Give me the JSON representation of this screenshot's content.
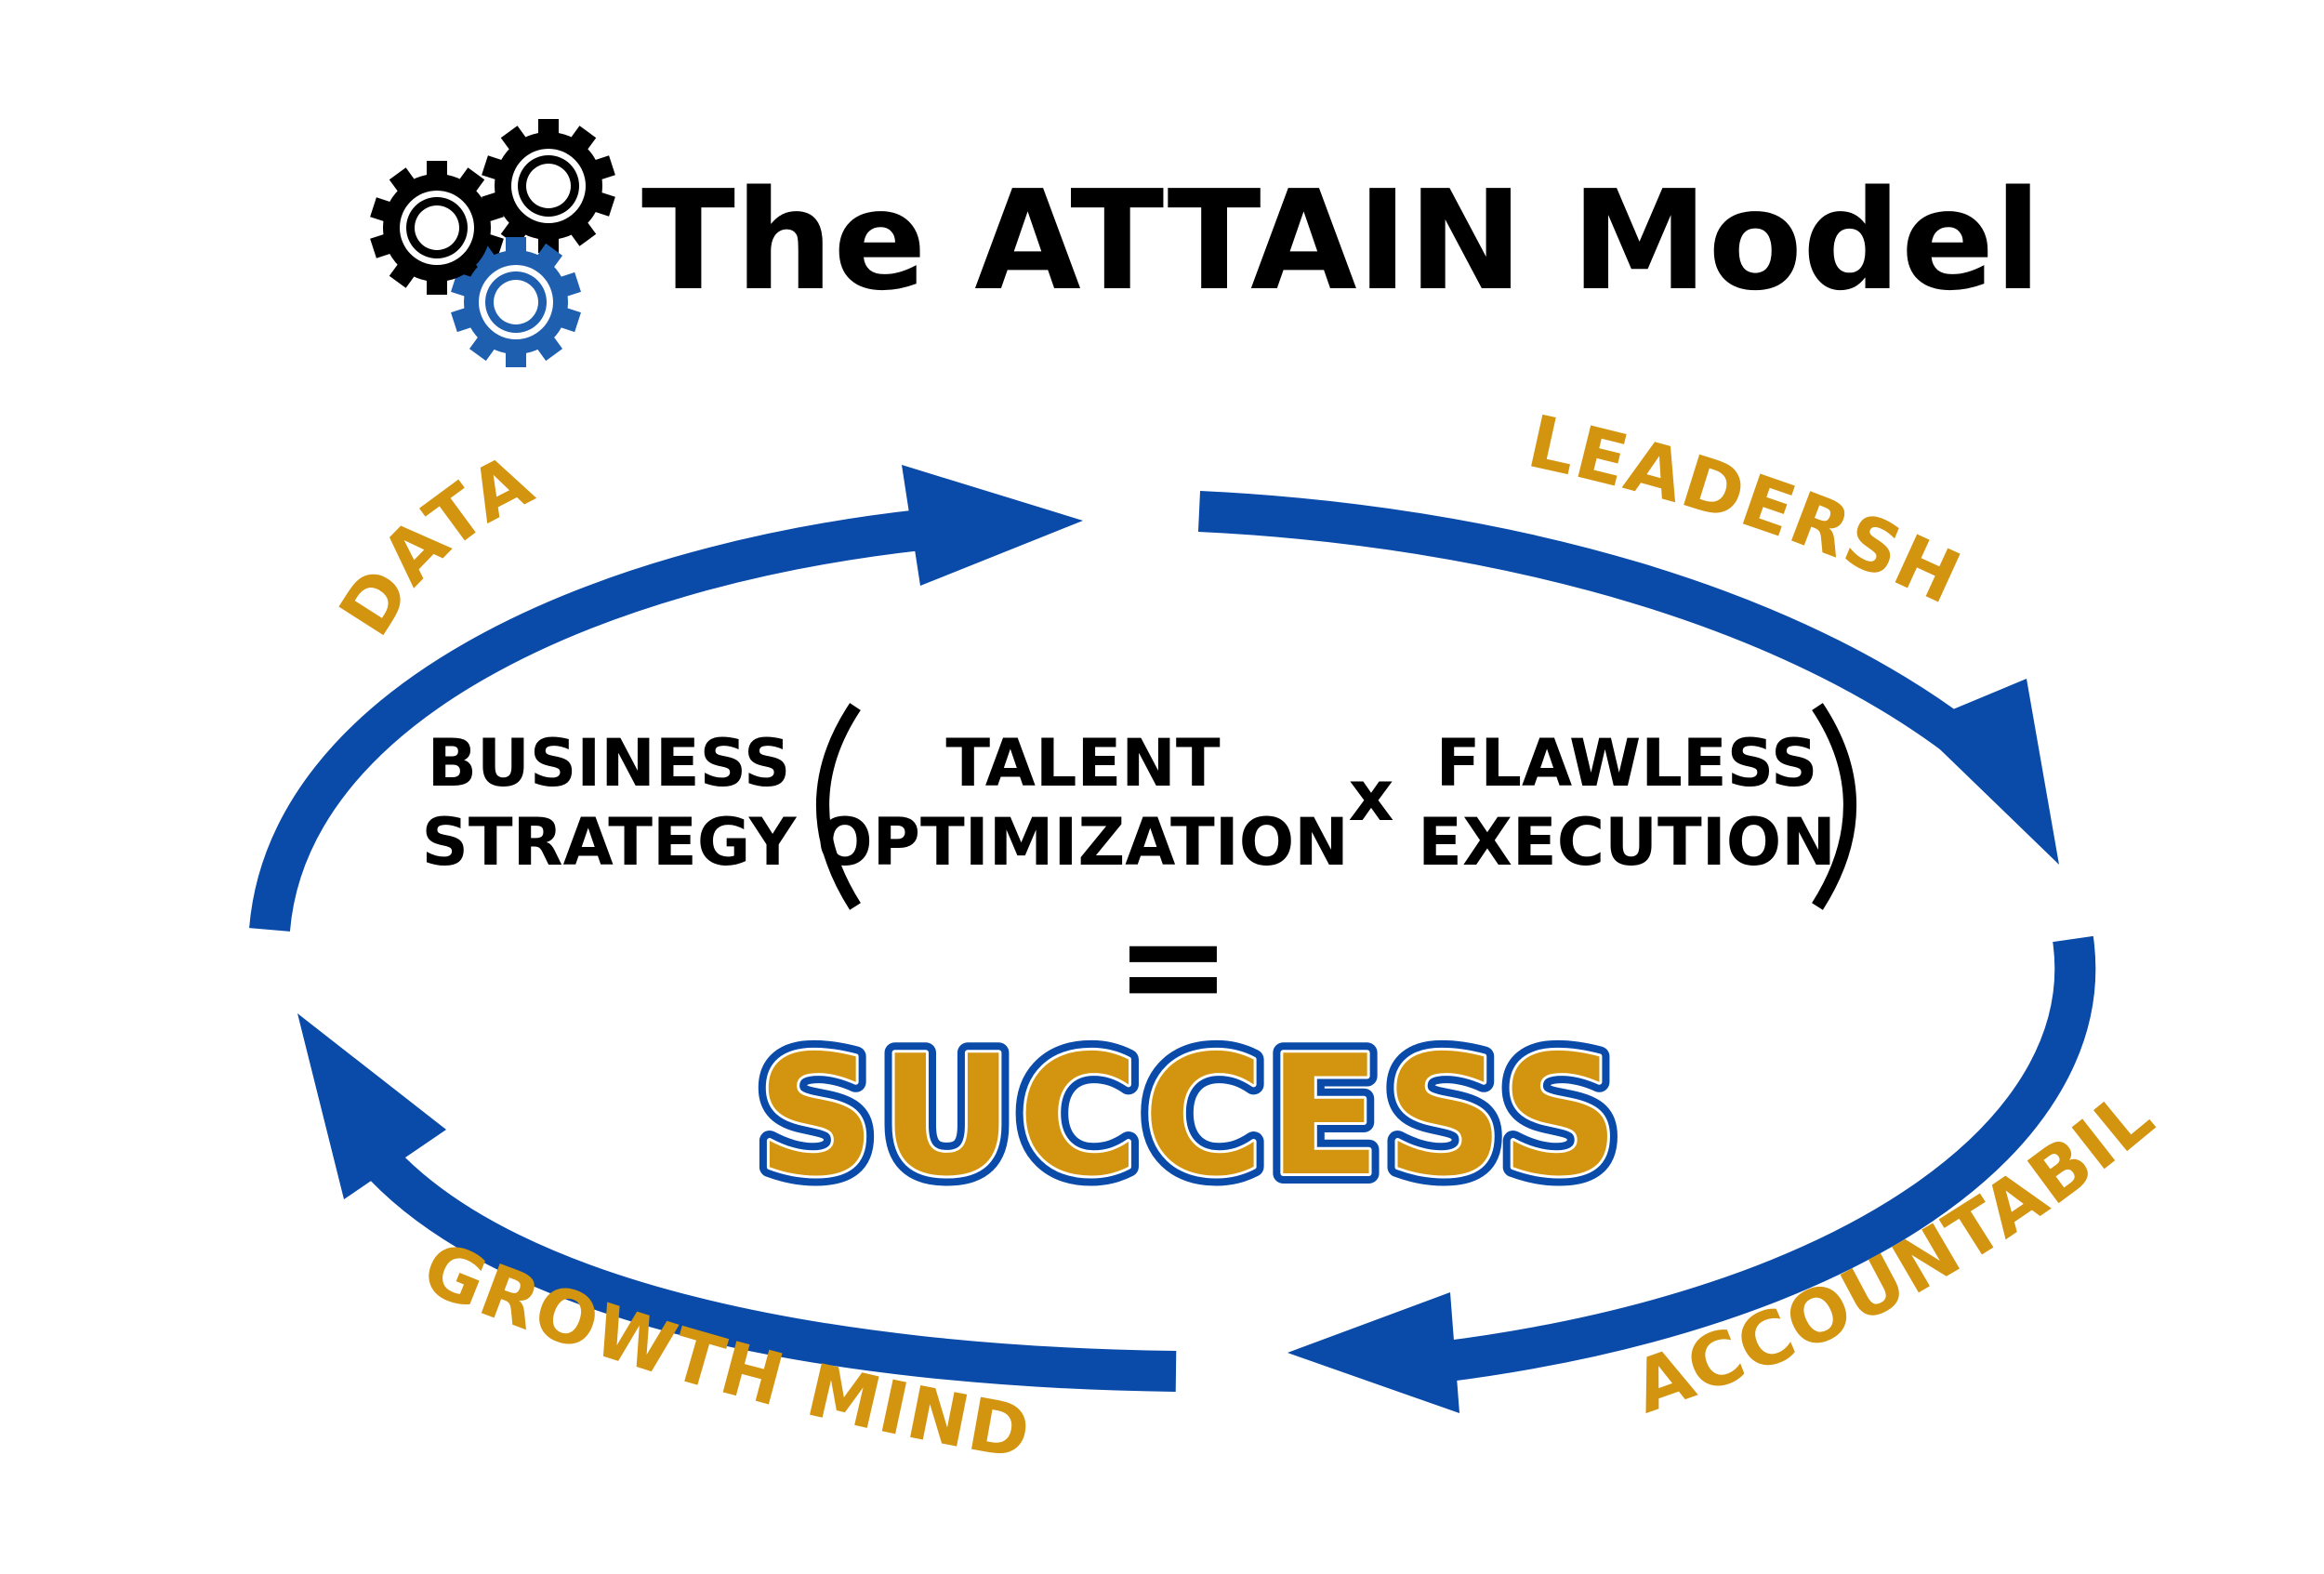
{
  "title": "The ATTAIN Model",
  "logo": {
    "icon": "gears-icon",
    "gear_colors": [
      "#000000",
      "#000000",
      "#1f5fb0"
    ]
  },
  "colors": {
    "arrow": "#0a4aa8",
    "label": "#d3940f",
    "text": "#000000",
    "success_fill": "#d3940f",
    "success_outline": "#0a4aa8"
  },
  "cycle_labels": {
    "data": "DATA",
    "leadership": "LEADERSHIP",
    "accountability": "ACCOUNTABILITY",
    "growth_mindset": "GROWTH MINDSET"
  },
  "formula": {
    "business_line1": "BUSINESS",
    "business_line2": "STRATEGY",
    "talent_line1": "TALENT",
    "talent_line2": "OPTIMIZATION",
    "times": "x",
    "flawless_line1": "FLAWLESS",
    "flawless_line2": "EXECUTION",
    "equals": "=",
    "result": "SUCCESS"
  }
}
